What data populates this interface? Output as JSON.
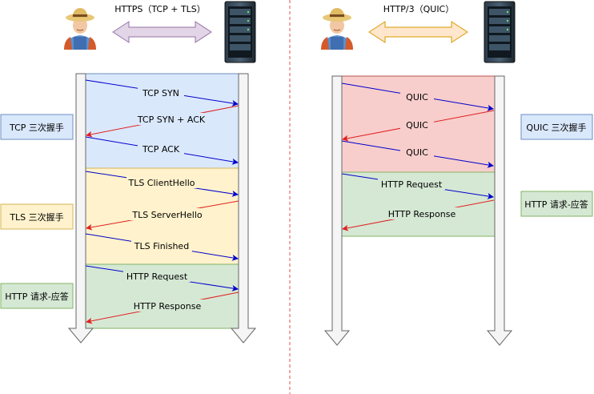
{
  "left": {
    "title": "HTTPS（TCP + TLS）",
    "tcp": {
      "side_label": "TCP 三次握手",
      "messages": [
        "TCP SYN",
        "TCP SYN + ACK",
        "TCP ACK"
      ]
    },
    "tls": {
      "side_label": "TLS 三次握手",
      "messages": [
        "TLS ClientHello",
        "TLS ServerHello",
        "TLS Finished"
      ]
    },
    "http": {
      "side_label": "HTTP 请求-应答",
      "messages": [
        "HTTP Request",
        "HTTP Response"
      ]
    }
  },
  "right": {
    "title": "HTTP/3（QUIC）",
    "quic": {
      "side_label": "QUIC 三次握手",
      "messages": [
        "QUIC",
        "QUIC",
        "QUIC"
      ]
    },
    "http": {
      "side_label": "HTTP 请求-应答",
      "messages": [
        "HTTP Request",
        "HTTP Response"
      ]
    }
  },
  "colors": {
    "blue_zone": "#dae8fc",
    "blue_border": "#6c8ebf",
    "yellow_zone": "#fff2cc",
    "yellow_border": "#d6b656",
    "green_zone": "#d5e8d4",
    "green_border": "#82b366",
    "red_zone": "#f8cecc",
    "red_border": "#b85450",
    "request_arrow": "#0000cc",
    "response_arrow": "#e02020",
    "divider": "#e05050",
    "left_double_arrow": "#e1d5e7",
    "right_double_arrow": "#ffe6cc"
  },
  "icons": {
    "client": "farmer-person-icon",
    "server": "server-rack-icon"
  }
}
